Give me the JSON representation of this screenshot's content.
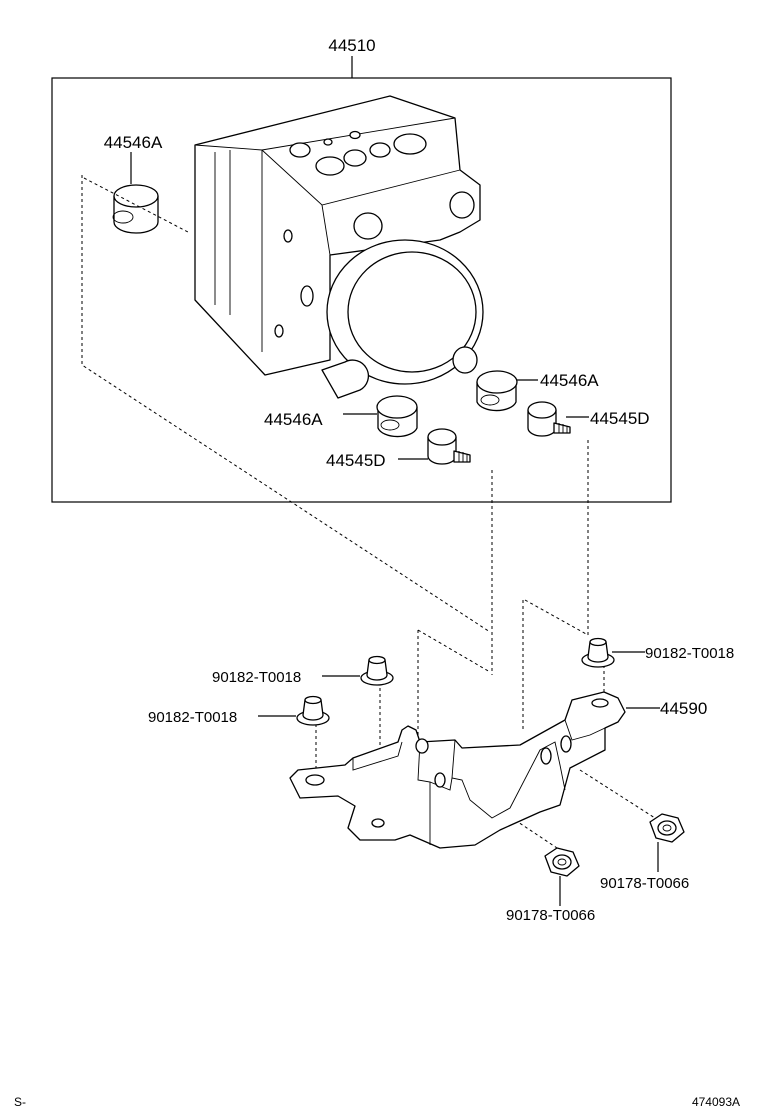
{
  "assembly": {
    "part_number": "44510"
  },
  "callouts": {
    "cushion_top_left": "44546A",
    "cushion_right": "44546A",
    "cushion_lower": "44546A",
    "stud_right": "44545D",
    "stud_lower": "44545D",
    "bolt_top_right": "90182-T0018",
    "bolt_mid": "90182-T0018",
    "bolt_left": "90182-T0018",
    "bracket": "44590",
    "nut_right": "90178-T0066",
    "nut_lower": "90178-T0066"
  },
  "footer": {
    "left_mark": "S-",
    "drawing_code": "474093A"
  }
}
